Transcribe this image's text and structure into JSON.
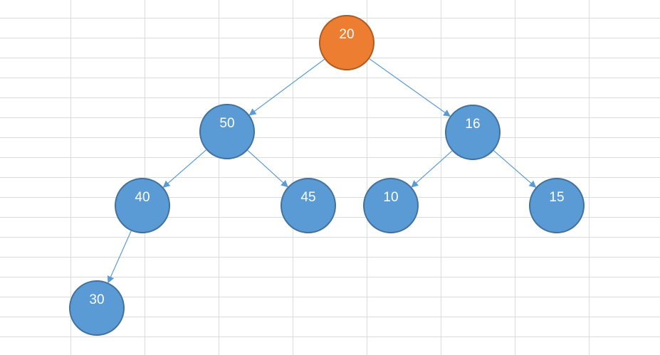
{
  "diagram": {
    "colors": {
      "root_fill": "#ED7D31",
      "root_stroke": "#AE5A21",
      "node_fill": "#5B9BD5",
      "node_stroke": "#41719C",
      "edge": "#5B9BD5",
      "label": "#FFFFFF",
      "grid": "#DCDCDC"
    },
    "nodes": [
      {
        "id": "n20",
        "label": "20",
        "role": "root"
      },
      {
        "id": "n50",
        "label": "50",
        "role": "node"
      },
      {
        "id": "n16",
        "label": "16",
        "role": "node"
      },
      {
        "id": "n40",
        "label": "40",
        "role": "node"
      },
      {
        "id": "n45",
        "label": "45",
        "role": "node"
      },
      {
        "id": "n10",
        "label": "10",
        "role": "node"
      },
      {
        "id": "n15",
        "label": "15",
        "role": "node"
      },
      {
        "id": "n30",
        "label": "30",
        "role": "node"
      }
    ],
    "edges": [
      {
        "from": "n20",
        "to": "n50"
      },
      {
        "from": "n20",
        "to": "n16"
      },
      {
        "from": "n50",
        "to": "n40"
      },
      {
        "from": "n50",
        "to": "n45"
      },
      {
        "from": "n16",
        "to": "n10"
      },
      {
        "from": "n16",
        "to": "n15"
      },
      {
        "from": "n40",
        "to": "n30"
      }
    ]
  }
}
